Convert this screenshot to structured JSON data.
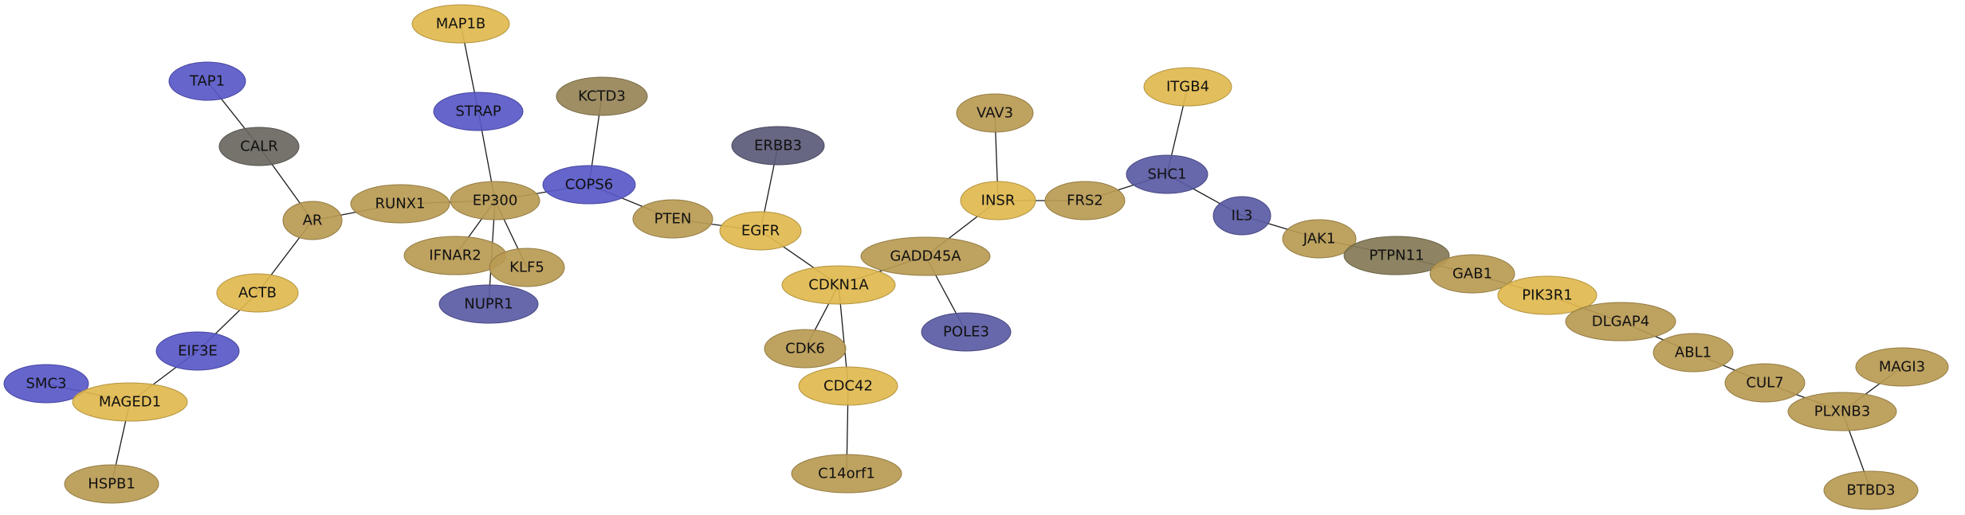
{
  "palette": {
    "yellow": "#e0b84e",
    "olive": "#b89a52",
    "blue": "#5858c8",
    "dark_blue": "#5a5aa4",
    "slate": "#5a5a78",
    "gray": "#6a6660",
    "khaki": "#978457",
    "dark_olive": "#847a56"
  },
  "nodes": [
    {
      "id": "MAP1B",
      "label": "MAP1B",
      "color": "yellow"
    },
    {
      "id": "STRAP",
      "label": "STRAP",
      "color": "blue"
    },
    {
      "id": "KCTD3",
      "label": "KCTD3",
      "color": "khaki"
    },
    {
      "id": "TAP1",
      "label": "TAP1",
      "color": "blue"
    },
    {
      "id": "CALR",
      "label": "CALR",
      "color": "gray"
    },
    {
      "id": "ERBB3",
      "label": "ERBB3",
      "color": "slate"
    },
    {
      "id": "VAV3",
      "label": "VAV3",
      "color": "olive"
    },
    {
      "id": "ITGB4",
      "label": "ITGB4",
      "color": "yellow"
    },
    {
      "id": "SHC1",
      "label": "SHC1",
      "color": "dark_blue"
    },
    {
      "id": "COPS6",
      "label": "COPS6",
      "color": "blue"
    },
    {
      "id": "EP300",
      "label": "EP300",
      "color": "olive"
    },
    {
      "id": "RUNX1",
      "label": "RUNX1",
      "color": "olive"
    },
    {
      "id": "AR",
      "label": "AR",
      "color": "olive"
    },
    {
      "id": "INSR",
      "label": "INSR",
      "color": "yellow"
    },
    {
      "id": "FRS2",
      "label": "FRS2",
      "color": "olive"
    },
    {
      "id": "IL3",
      "label": "IL3",
      "color": "dark_blue"
    },
    {
      "id": "PTEN",
      "label": "PTEN",
      "color": "olive"
    },
    {
      "id": "EGFR",
      "label": "EGFR",
      "color": "yellow"
    },
    {
      "id": "JAK1",
      "label": "JAK1",
      "color": "olive"
    },
    {
      "id": "IFNAR2",
      "label": "IFNAR2",
      "color": "olive"
    },
    {
      "id": "KLF5",
      "label": "KLF5",
      "color": "olive"
    },
    {
      "id": "PTPN11",
      "label": "PTPN11",
      "color": "dark_olive"
    },
    {
      "id": "GADD45A",
      "label": "GADD45A",
      "color": "olive"
    },
    {
      "id": "GAB1",
      "label": "GAB1",
      "color": "olive"
    },
    {
      "id": "ACTB",
      "label": "ACTB",
      "color": "yellow"
    },
    {
      "id": "CDKN1A",
      "label": "CDKN1A",
      "color": "yellow"
    },
    {
      "id": "PIK3R1",
      "label": "PIK3R1",
      "color": "yellow"
    },
    {
      "id": "NUPR1",
      "label": "NUPR1",
      "color": "dark_blue"
    },
    {
      "id": "DLGAP4",
      "label": "DLGAP4",
      "color": "olive"
    },
    {
      "id": "POLE3",
      "label": "POLE3",
      "color": "dark_blue"
    },
    {
      "id": "CDK6",
      "label": "CDK6",
      "color": "olive"
    },
    {
      "id": "EIF3E",
      "label": "EIF3E",
      "color": "blue"
    },
    {
      "id": "ABL1",
      "label": "ABL1",
      "color": "olive"
    },
    {
      "id": "MAGI3",
      "label": "MAGI3",
      "color": "olive"
    },
    {
      "id": "SMC3",
      "label": "SMC3",
      "color": "blue"
    },
    {
      "id": "CUL7",
      "label": "CUL7",
      "color": "olive"
    },
    {
      "id": "CDC42",
      "label": "CDC42",
      "color": "yellow"
    },
    {
      "id": "MAGED1",
      "label": "MAGED1",
      "color": "yellow"
    },
    {
      "id": "PLXNB3",
      "label": "PLXNB3",
      "color": "olive"
    },
    {
      "id": "C14orf1",
      "label": "C14orf1",
      "color": "olive"
    },
    {
      "id": "HSPB1",
      "label": "HSPB1",
      "color": "olive"
    },
    {
      "id": "BTBD3",
      "label": "BTBD3",
      "color": "olive"
    }
  ],
  "edges": [
    [
      "MAP1B",
      "STRAP"
    ],
    [
      "STRAP",
      "EP300"
    ],
    [
      "KCTD3",
      "COPS6"
    ],
    [
      "TAP1",
      "CALR"
    ],
    [
      "CALR",
      "AR"
    ],
    [
      "AR",
      "RUNX1"
    ],
    [
      "AR",
      "ACTB"
    ],
    [
      "RUNX1",
      "EP300"
    ],
    [
      "EP300",
      "COPS6"
    ],
    [
      "EP300",
      "IFNAR2"
    ],
    [
      "EP300",
      "KLF5"
    ],
    [
      "EP300",
      "NUPR1"
    ],
    [
      "COPS6",
      "PTEN"
    ],
    [
      "PTEN",
      "EGFR"
    ],
    [
      "ERBB3",
      "EGFR"
    ],
    [
      "EGFR",
      "CDKN1A"
    ],
    [
      "CDKN1A",
      "GADD45A"
    ],
    [
      "CDKN1A",
      "CDK6"
    ],
    [
      "CDKN1A",
      "CDC42"
    ],
    [
      "CDC42",
      "C14orf1"
    ],
    [
      "GADD45A",
      "INSR"
    ],
    [
      "GADD45A",
      "POLE3"
    ],
    [
      "VAV3",
      "INSR"
    ],
    [
      "INSR",
      "FRS2"
    ],
    [
      "FRS2",
      "SHC1"
    ],
    [
      "ITGB4",
      "SHC1"
    ],
    [
      "SHC1",
      "IL3"
    ],
    [
      "IL3",
      "JAK1"
    ],
    [
      "JAK1",
      "PTPN11"
    ],
    [
      "PTPN11",
      "GAB1"
    ],
    [
      "GAB1",
      "PIK3R1"
    ],
    [
      "PIK3R1",
      "DLGAP4"
    ],
    [
      "DLGAP4",
      "ABL1"
    ],
    [
      "ABL1",
      "CUL7"
    ],
    [
      "CUL7",
      "PLXNB3"
    ],
    [
      "MAGI3",
      "PLXNB3"
    ],
    [
      "PLXNB3",
      "BTBD3"
    ],
    [
      "ACTB",
      "EIF3E"
    ],
    [
      "EIF3E",
      "MAGED1"
    ],
    [
      "SMC3",
      "MAGED1"
    ],
    [
      "MAGED1",
      "HSPB1"
    ]
  ]
}
